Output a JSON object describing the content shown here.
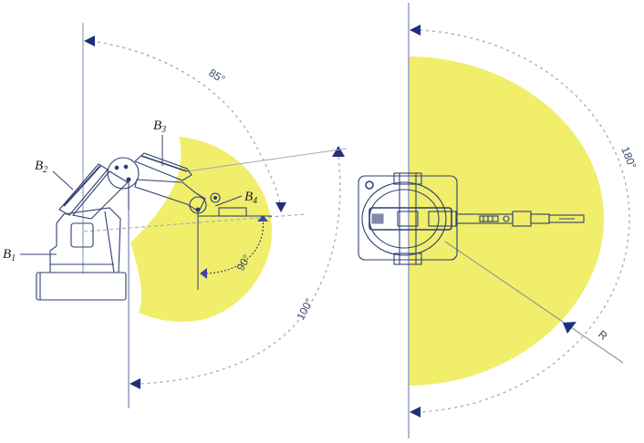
{
  "colors": {
    "workspace_fill": "#f0ee6a",
    "robot_line": "#2e3f73",
    "axis_line": "#9aa0c4",
    "dash_line": "#a6a8b4",
    "arrow_fill": "#1f2f7a",
    "label_text": "#1a1a2e",
    "angle_text": "#3a4a6e"
  },
  "side_view": {
    "labels": {
      "b1": {
        "letter": "B",
        "sub": "1"
      },
      "b2": {
        "letter": "B",
        "sub": "2"
      },
      "b3": {
        "letter": "B",
        "sub": "3"
      },
      "b4": {
        "letter": "B",
        "sub": "4"
      }
    },
    "angles": {
      "base_rotation_upper": "85°",
      "wrist": "90°",
      "base_rotation_lower": "100°"
    }
  },
  "top_view": {
    "angles": {
      "rotation": "180°"
    },
    "radius_label": "R"
  }
}
